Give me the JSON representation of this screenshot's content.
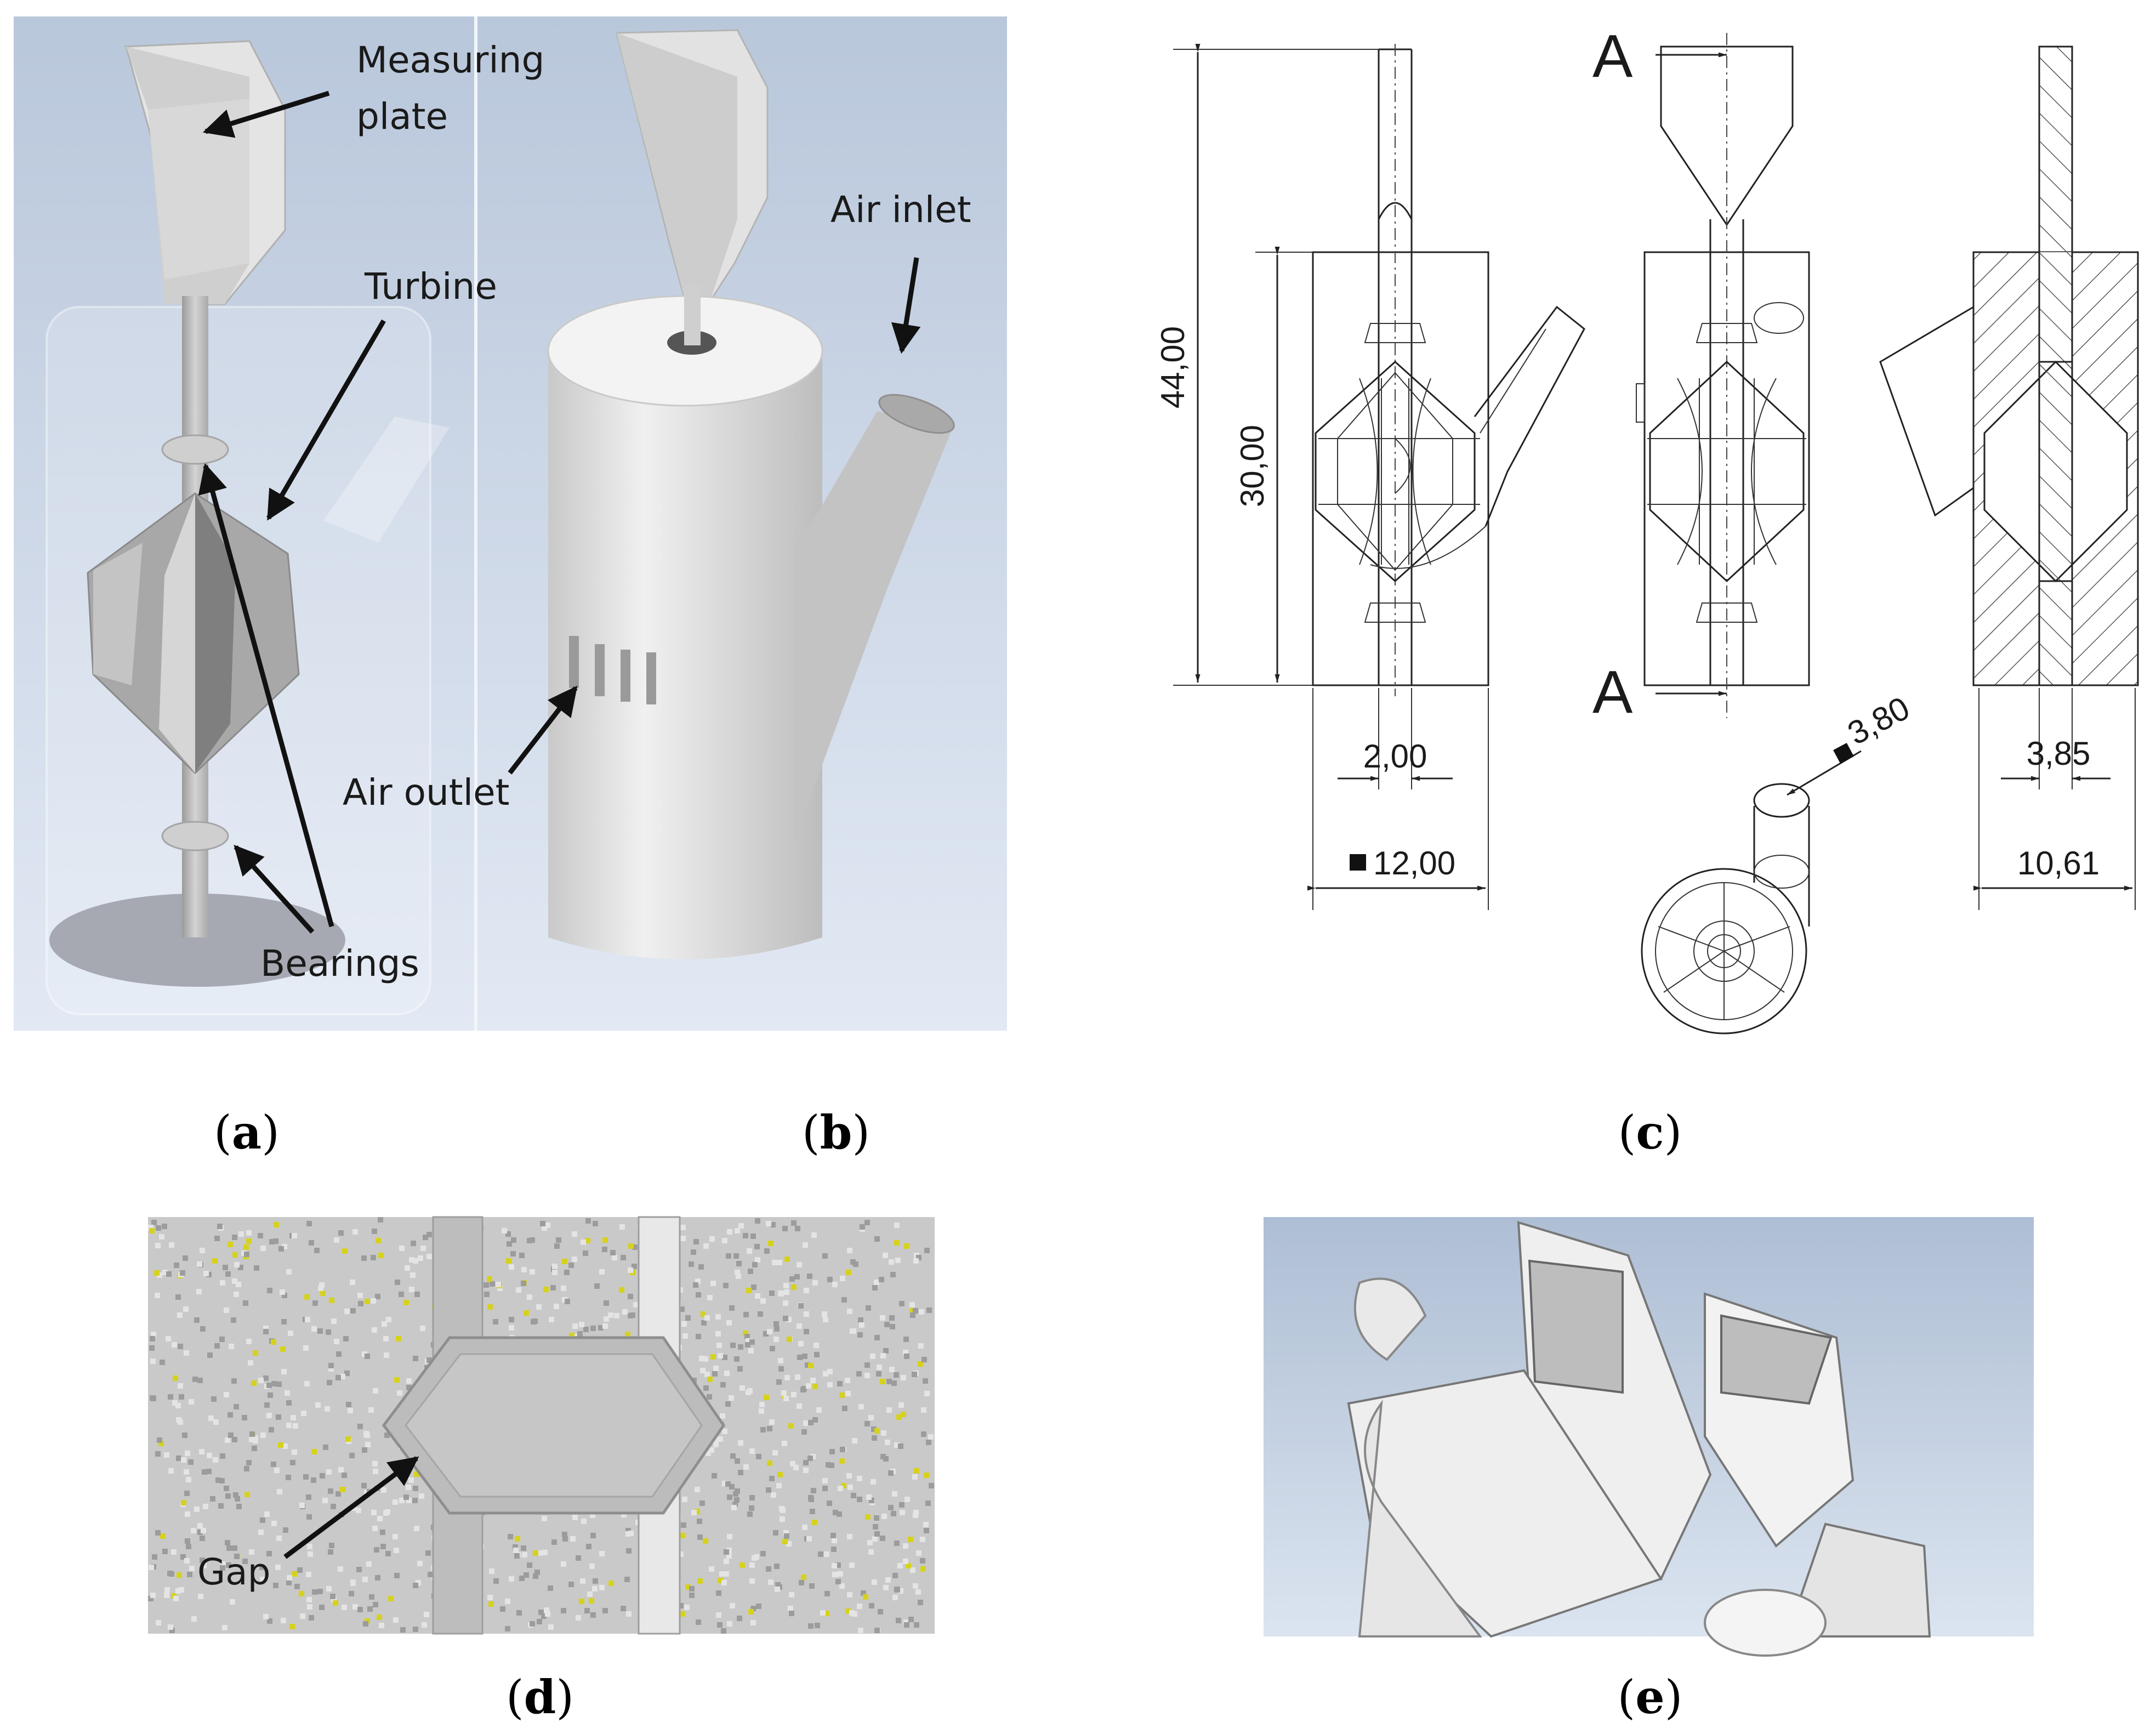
{
  "panels": {
    "a": {
      "caption_open": "(",
      "caption_letter": "a",
      "caption_close": ")",
      "labels": {
        "measuring_plate_1": "Measuring",
        "measuring_plate_2": "plate",
        "turbine": "Turbine",
        "bearings": "Bearings"
      }
    },
    "b": {
      "caption_open": "(",
      "caption_letter": "b",
      "caption_close": ")",
      "labels": {
        "air_inlet": "Air inlet",
        "air_outlet": "Air outlet"
      }
    },
    "c": {
      "caption_open": "(",
      "caption_letter": "c",
      "caption_close": ")",
      "section_marks": [
        "A",
        "A"
      ],
      "dimensions": {
        "overall_height": "44,00",
        "body_height": "30,00",
        "shaft_diameter": "2,00",
        "body_width": "12,00",
        "inlet_size": "3,80",
        "bore_diameter": "3,85",
        "section_width": "10,61"
      }
    },
    "d": {
      "caption_open": "(",
      "caption_letter": "d",
      "caption_close": ")",
      "labels": {
        "gap": "Gap"
      }
    },
    "e": {
      "caption_open": "(",
      "caption_letter": "e",
      "caption_close": ")"
    }
  },
  "colors": {
    "render_bg_top": "#b8c6da",
    "render_bg_bottom": "#dde6f2",
    "part_gray": "#d9d9d9",
    "arrow": "#111111",
    "gap_fill": "#c2c2c2",
    "particle_yellow": "#d6d21c"
  }
}
